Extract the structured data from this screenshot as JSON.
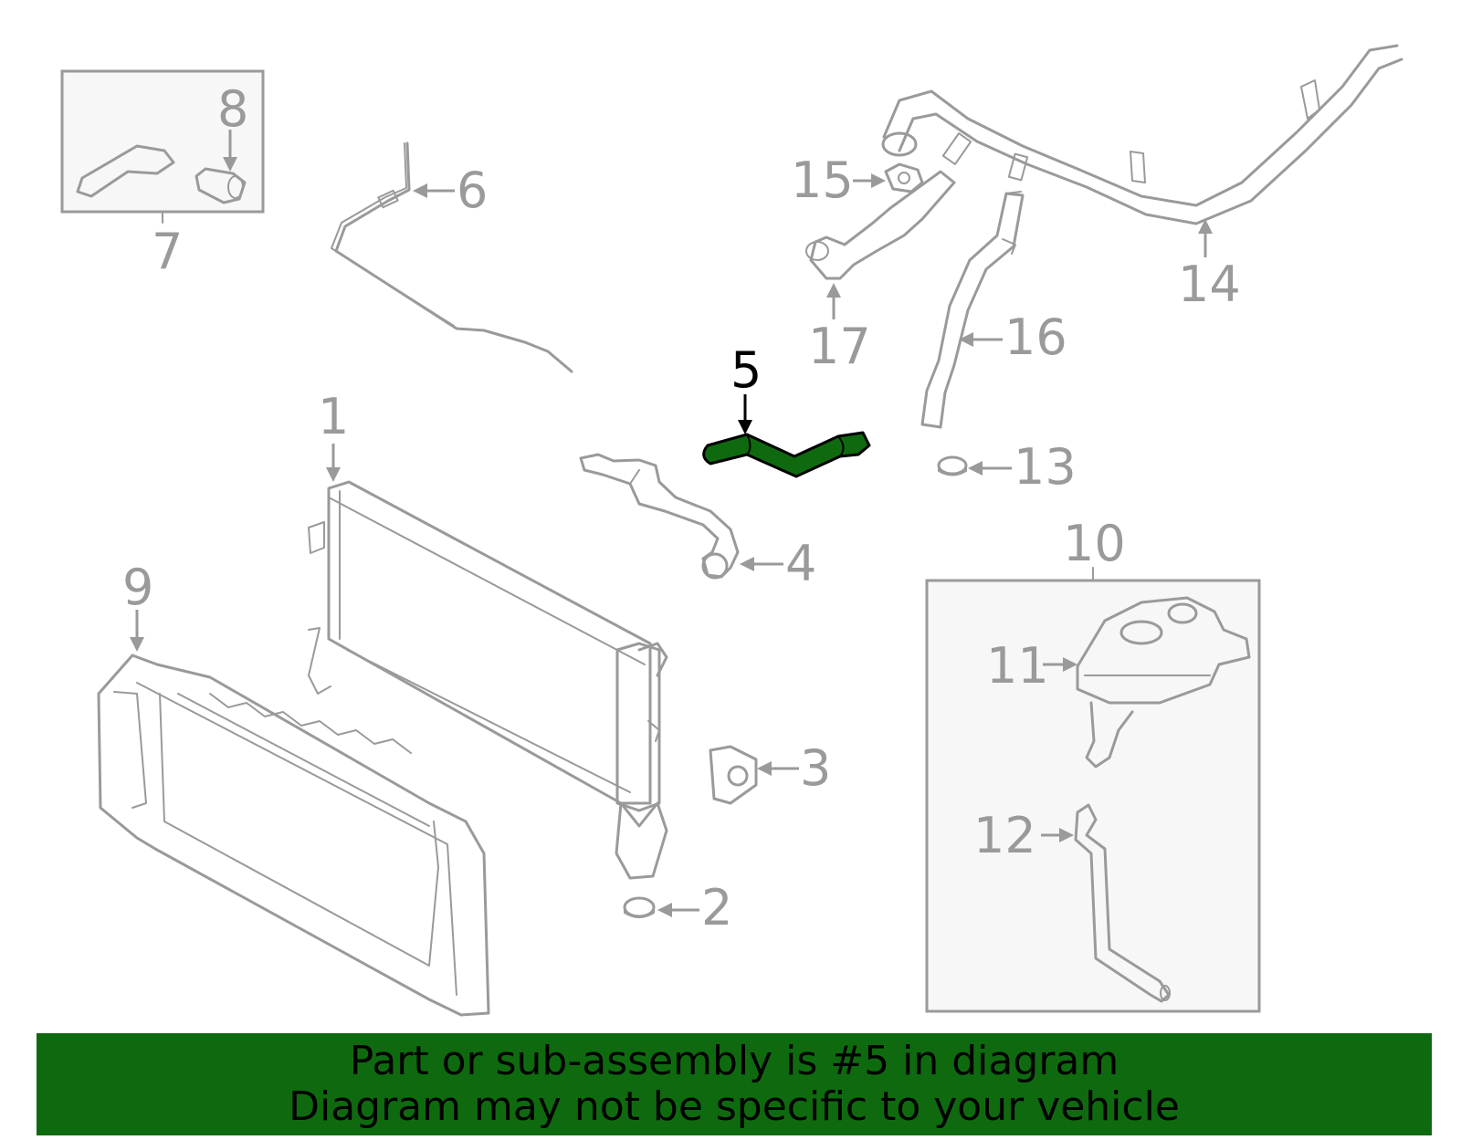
{
  "diagram": {
    "highlight_color": "#0f6a0f",
    "part_color": "#9a9a9a",
    "highlighted_part": "5",
    "callouts": [
      {
        "id": "c1",
        "label": "1",
        "part": "radiator"
      },
      {
        "id": "c2",
        "label": "2",
        "part": "mount-insulator"
      },
      {
        "id": "c3",
        "label": "3",
        "part": "bracket"
      },
      {
        "id": "c4",
        "label": "4",
        "part": "outlet-pipe"
      },
      {
        "id": "c5",
        "label": "5",
        "part": "lower-hose"
      },
      {
        "id": "c6",
        "label": "6",
        "part": "vent-pipe"
      },
      {
        "id": "c7",
        "label": "7",
        "part": "upper-hose-kit"
      },
      {
        "id": "c8",
        "label": "8",
        "part": "connector"
      },
      {
        "id": "c9",
        "label": "9",
        "part": "radiator-support"
      },
      {
        "id": "c10",
        "label": "10",
        "part": "reservoir-kit"
      },
      {
        "id": "c11",
        "label": "11",
        "part": "reservoir"
      },
      {
        "id": "c12",
        "label": "12",
        "part": "reservoir-hose"
      },
      {
        "id": "c13",
        "label": "13",
        "part": "cap"
      },
      {
        "id": "c14",
        "label": "14",
        "part": "bypass-pipe"
      },
      {
        "id": "c15",
        "label": "15",
        "part": "gasket"
      },
      {
        "id": "c16",
        "label": "16",
        "part": "pipe"
      },
      {
        "id": "c17",
        "label": "17",
        "part": "hose"
      }
    ]
  },
  "banner": {
    "line1": "Part or sub-assembly is #5 in diagram",
    "line2": "Diagram may not be specific to your vehicle",
    "background": "#0f6a0f"
  }
}
